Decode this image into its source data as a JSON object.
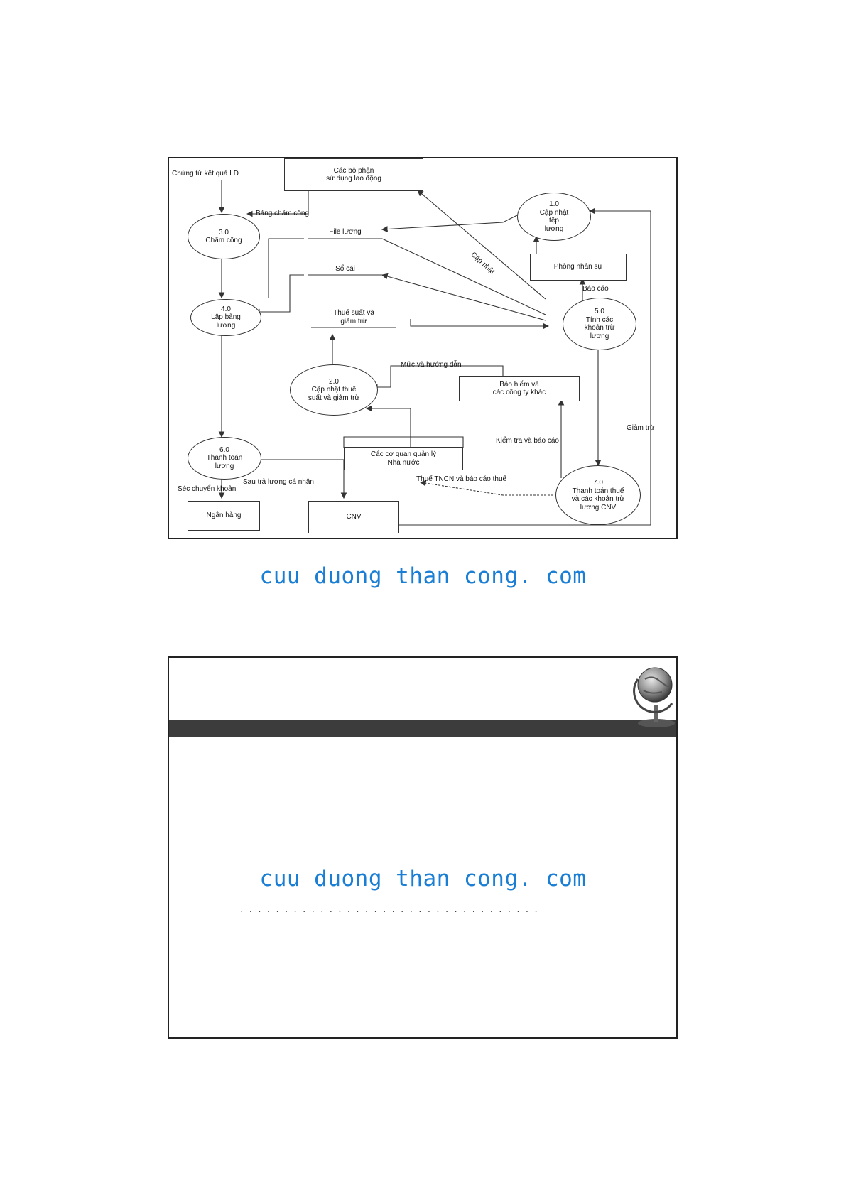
{
  "watermark": "cuu duong than cong. com",
  "dfd": {
    "boxes": {
      "bophan": "Các bộ phận\nsử dụng lao động",
      "phongns": "Phòng nhân sự",
      "baohiem": "Bảo hiểm và\ncác công ty khác",
      "coquan": "Các cơ quan quản lý\nNhà nước",
      "nganhang": "Ngân hàng",
      "cnv": "CNV"
    },
    "processes": {
      "p1": "1.0\nCập nhật\ntệp\nlương",
      "p2": "2.0\nCập nhật thuế\nsuất và giảm trừ",
      "p3": "3.0\nChấm công",
      "p4": "4.0\nLập bảng\nlương",
      "p5": "5.0\nTính các\nkhoản trừ\nlương",
      "p6": "6.0\nThanh toán\nlương",
      "p7": "7.0\nThanh toán thuế\nvà các khoản trừ\nlương CNV"
    },
    "stores": {
      "file_luong": "File lương",
      "so_cai": "Sổ cái",
      "thue_suat": "Thuế suất và\ngiảm trừ"
    },
    "flows": {
      "chung_tu": "Chứng từ kết quả LĐ",
      "bang_cham_cong": "Bảng chấm công",
      "bao_cao": "Báo cáo",
      "muc_huong_dan": "Mức và hướng dẫn",
      "kiem_tra": "Kiểm tra và báo cáo",
      "giam_tru": "Giảm trừ",
      "thue_tncn": "Thuế TNCN và báo cáo thuế",
      "sec_chuyen_khoan": "Séc chuyển khoản",
      "sau_tra_luong": "Sau trả lương cá nhân",
      "cap_nhat_diag": "Cập nhật"
    }
  }
}
